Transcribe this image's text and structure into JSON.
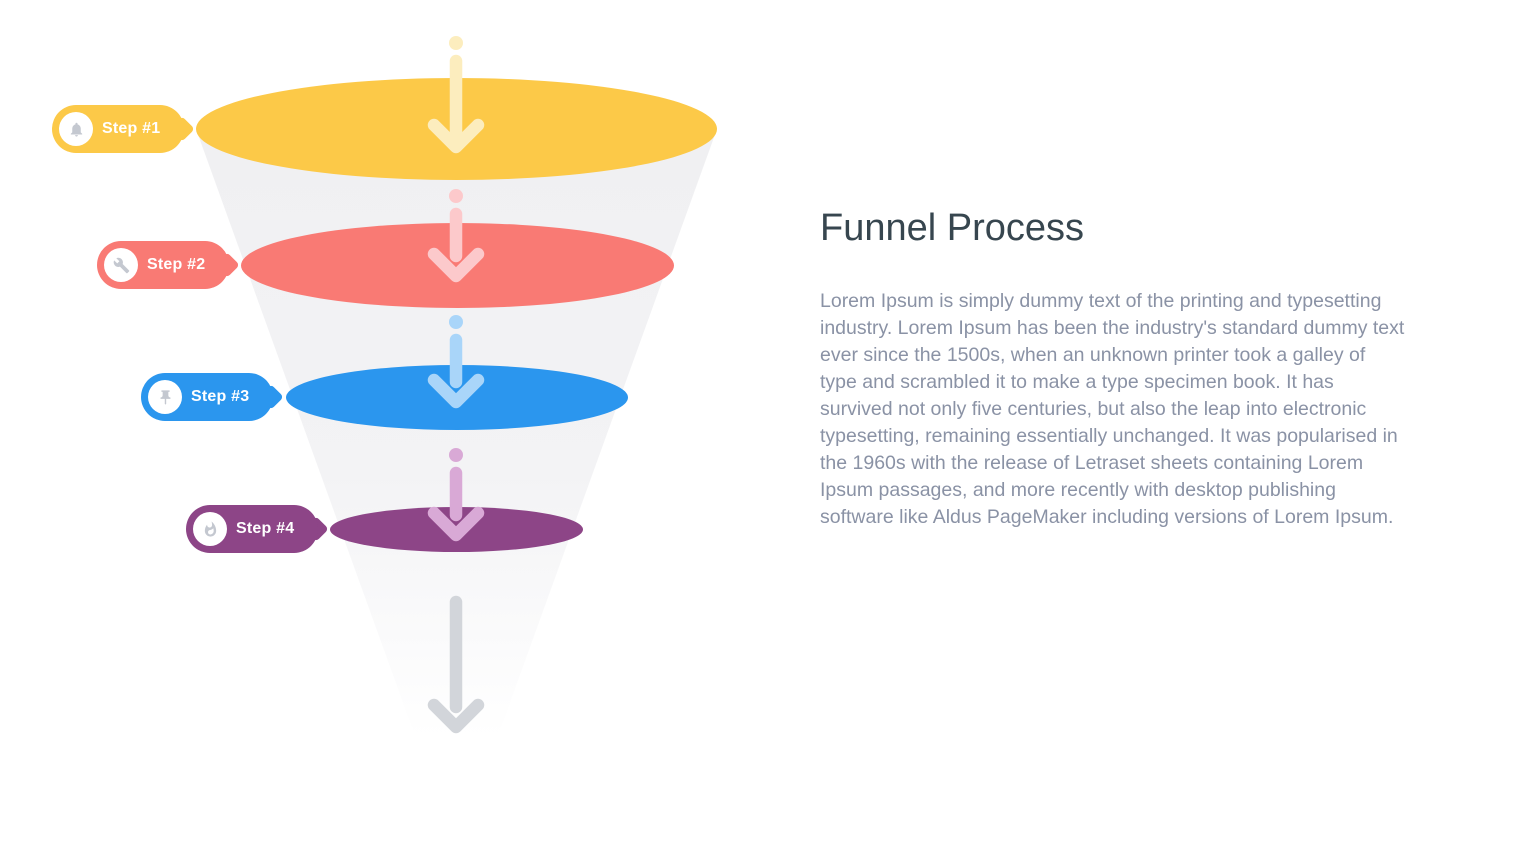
{
  "funnel": {
    "steps": [
      {
        "label": "Step #1",
        "icon": "bell-icon",
        "color": "#FCC948",
        "arrow_color": "#FCEDBE"
      },
      {
        "label": "Step #2",
        "icon": "wrench-icon",
        "color": "#F97A74",
        "arrow_color": "#FCC9CB"
      },
      {
        "label": "Step #3",
        "icon": "pushpin-icon",
        "color": "#2B96EE",
        "arrow_color": "#A9D5F9"
      },
      {
        "label": "Step #4",
        "icon": "flame-icon",
        "color": "#8D4587",
        "arrow_color": "#D9A9D6"
      }
    ],
    "exit_arrow_color": "#D2D5DA",
    "cone_color": "#F0F0F2",
    "icon_color": "#C4C8D0"
  },
  "content": {
    "title": "Funnel Process",
    "title_color": "#37464F",
    "body": "Lorem Ipsum is simply dummy text of the printing and typesetting industry. Lorem Ipsum has been the industry's standard dummy text ever since the 1500s, when an unknown printer took a galley of type and scrambled it to make a type specimen book. It has survived not only five centuries, but also the leap into electronic typesetting, remaining essentially unchanged. It was popularised in the 1960s with the release of Letraset sheets containing Lorem Ipsum passages, and more recently with desktop publishing software like Aldus PageMaker including versions of Lorem Ipsum.",
    "body_color": "#8A92A5"
  }
}
